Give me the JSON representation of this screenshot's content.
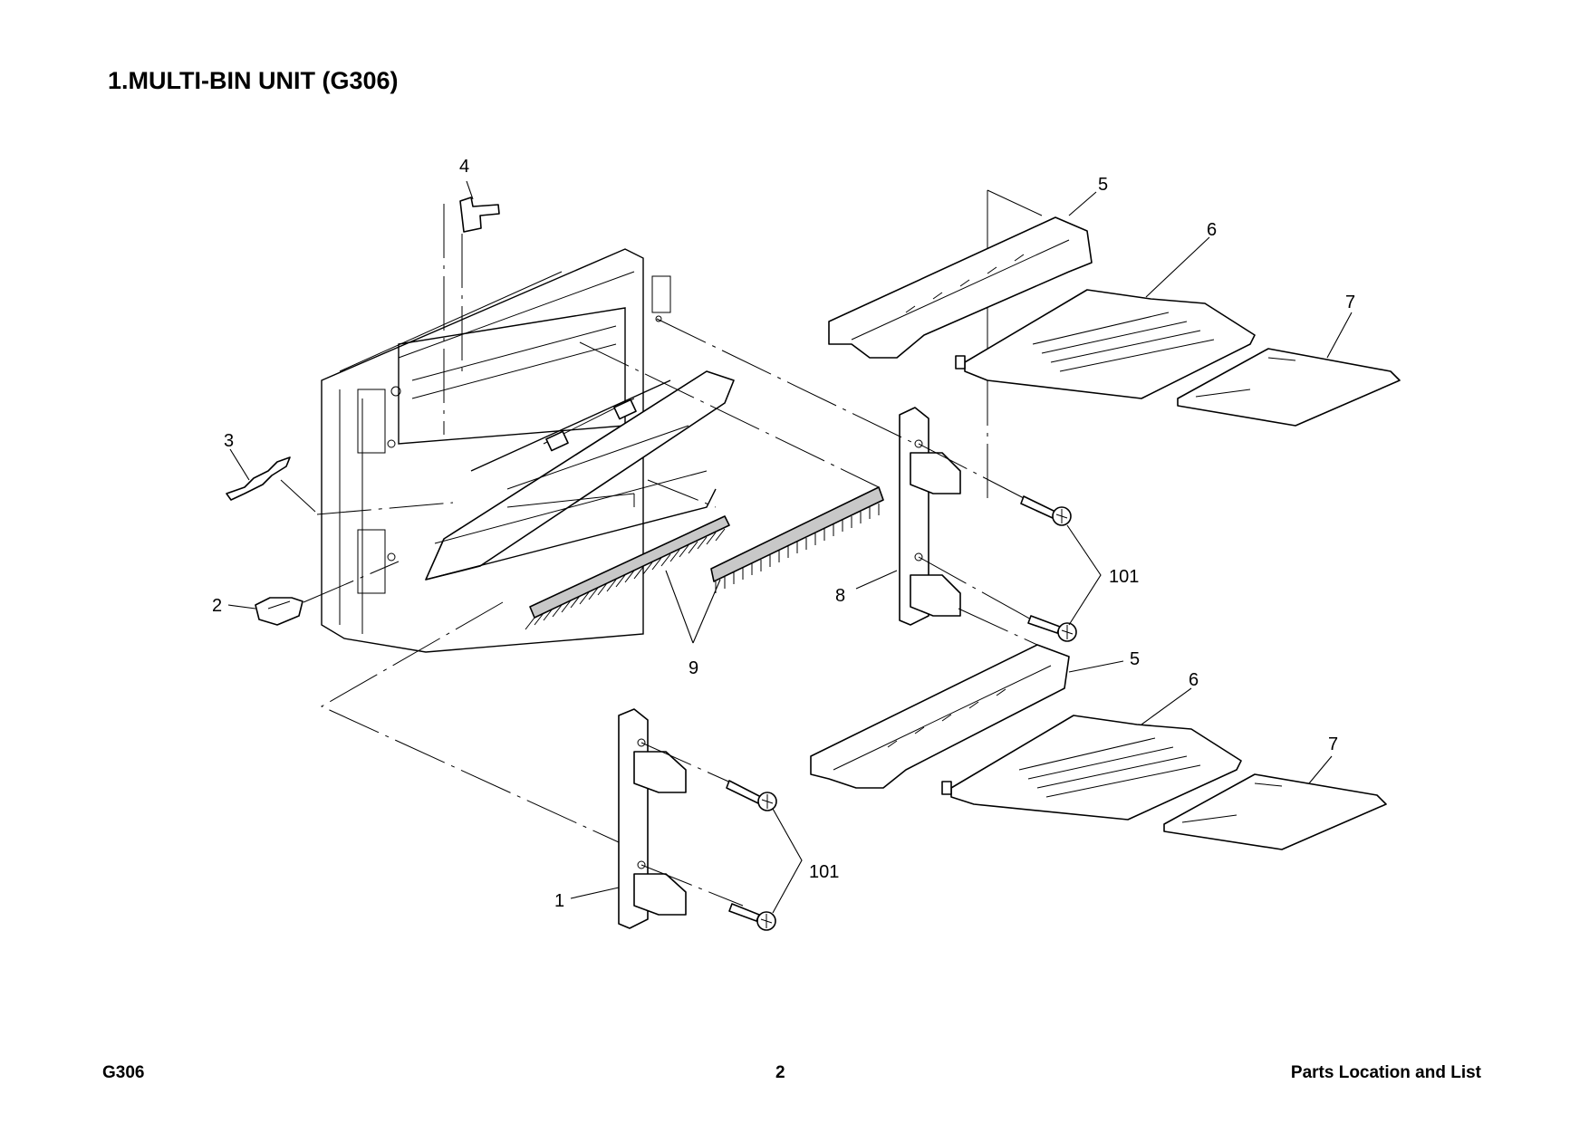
{
  "page": {
    "title": "1.MULTI-BIN UNIT (G306)",
    "footer_left": "G306",
    "footer_center": "2",
    "footer_right": "Parts Location and List"
  },
  "callouts": {
    "c1": "1",
    "c2": "2",
    "c3": "3",
    "c4": "4",
    "c5a": "5",
    "c5b": "5",
    "c6a": "6",
    "c6b": "6",
    "c7a": "7",
    "c7b": "7",
    "c8": "8",
    "c9": "9",
    "c101a": "101",
    "c101b": "101"
  }
}
